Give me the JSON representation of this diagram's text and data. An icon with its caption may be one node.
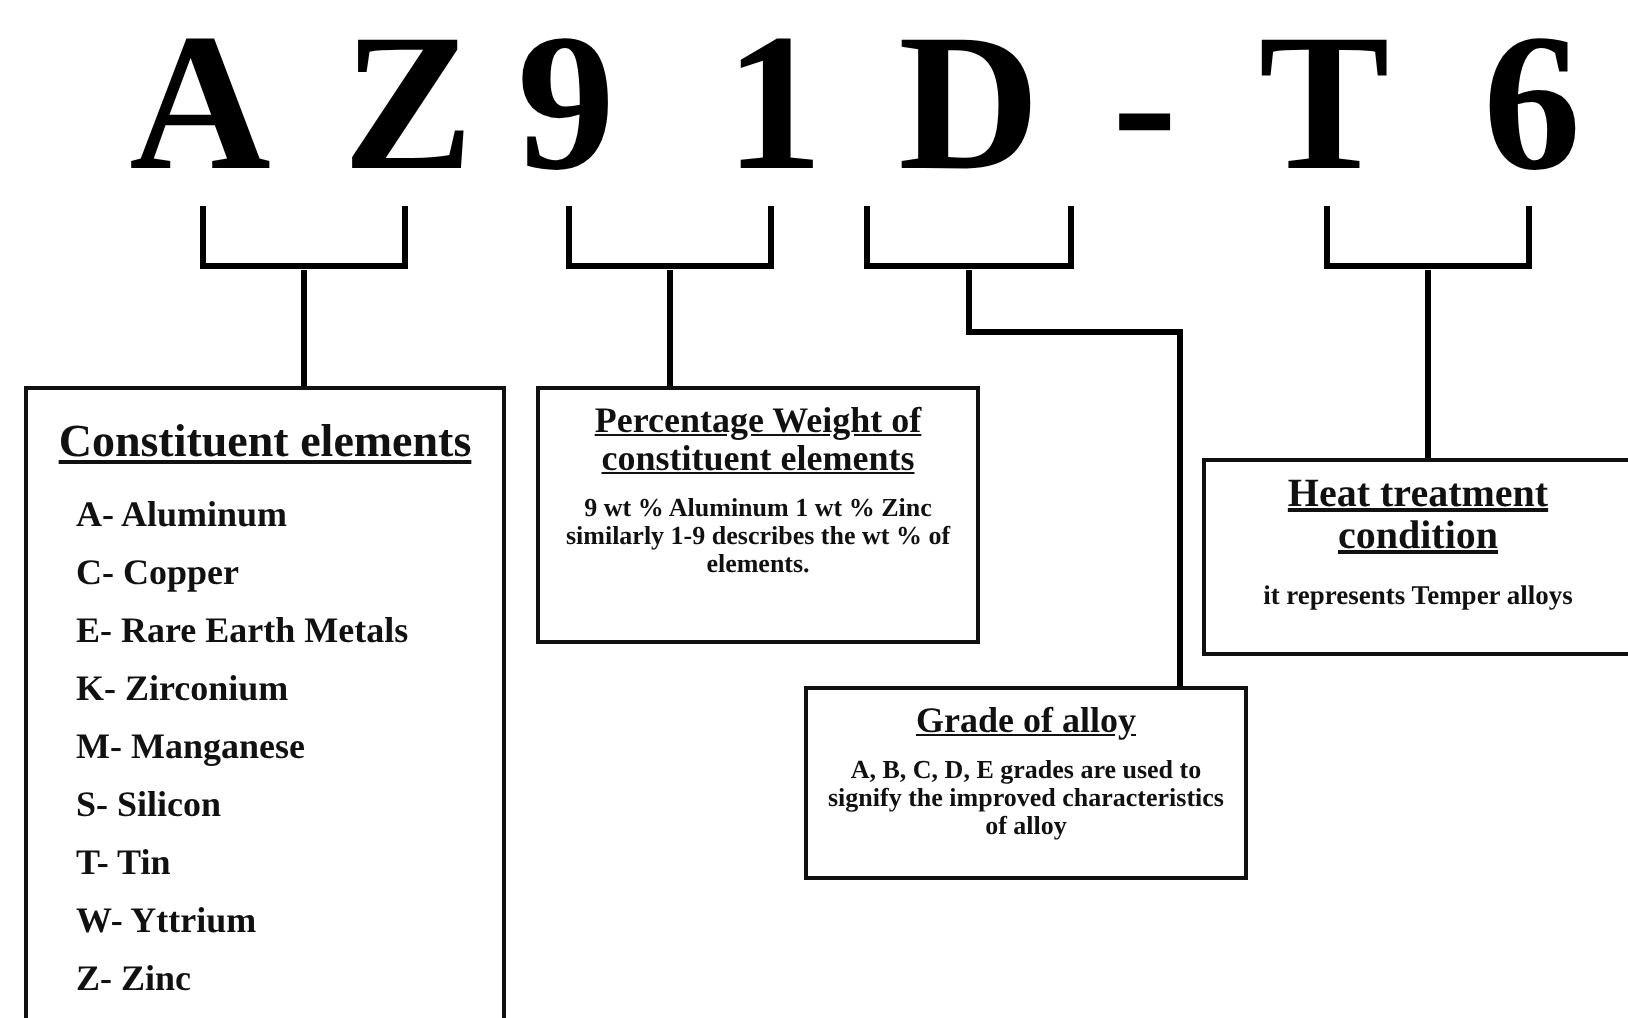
{
  "diagram": {
    "nodes": [
      {
        "text": [
          "A",
          "Z"
        ]
      },
      {
        "text": [
          "9",
          "1"
        ]
      },
      {
        "text": [
          "D"
        ]
      },
      {
        "text": [
          "T",
          "6"
        ]
      },
      {
        "text": [
          "Constituent elements",
          "A- Aluminum",
          "C- Copper",
          "E- Rare Earth Metals",
          "K- Zirconium",
          "M- Manganese",
          "S- Silicon",
          "T- Tin",
          "W- Yttrium",
          "Z- Zinc"
        ]
      },
      {
        "text": [
          "Percentage Weight of constituent elements",
          "9 wt % Aluminum 1 wt % Zinc similarly 1-9 describes the wt % of elements."
        ]
      },
      {
        "text": [
          "Heat treatment condition",
          "it represents Temper alloys"
        ]
      },
      {
        "text": [
          "Grade of alloy",
          "A, B, C, D, E grades are used to signify the improved characteristics of alloy"
        ]
      }
    ],
    "edges": [
      {
        "from": 0,
        "to": 4,
        "arrow": "none"
      },
      {
        "from": 1,
        "to": 5,
        "arrow": "none"
      },
      {
        "from": 2,
        "to": 7,
        "arrow": "none"
      },
      {
        "from": 3,
        "to": 6,
        "arrow": "none"
      }
    ],
    "labels": [
      "-"
    ]
  }
}
